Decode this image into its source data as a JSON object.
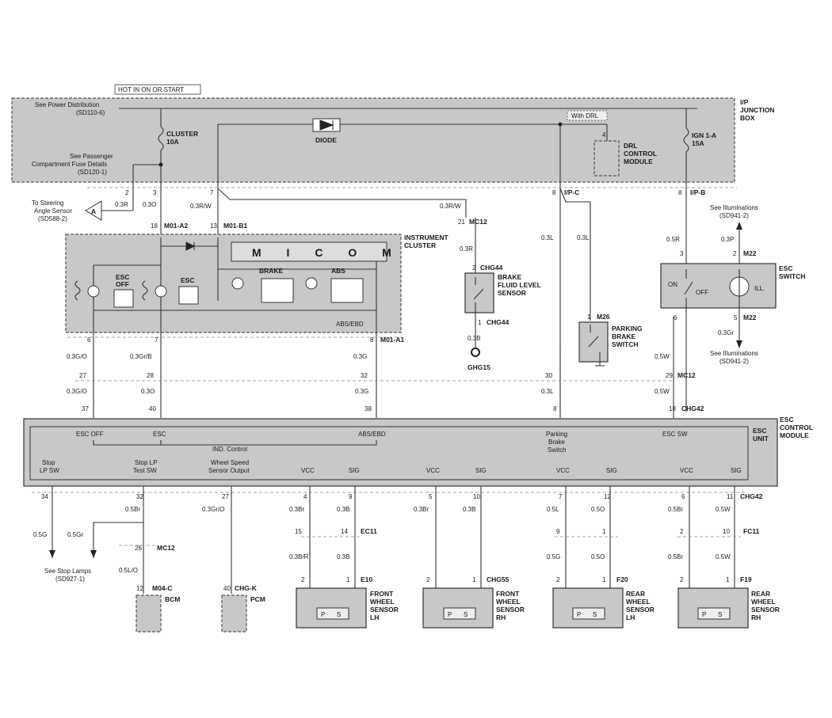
{
  "header": {
    "hot_label": "HOT IN ON OR START"
  },
  "junction_box": {
    "title": [
      "I/P",
      "JUNCTION",
      "BOX"
    ],
    "power_note": [
      "See Power Distribution",
      "(SD110-6)"
    ],
    "fuse_note": [
      "See Passenger",
      "Compartment Fuse Details",
      "(SD120-1)"
    ],
    "cluster_fuse": [
      "CLUSTER",
      "10A"
    ],
    "ign_fuse": [
      "IGN 1-A",
      "15A"
    ],
    "diode": "DIODE",
    "with_drl": "With DRL",
    "drl_module": [
      "DRL",
      "CONTROL",
      "MODULE"
    ],
    "drl_pin": "4",
    "pins": [
      "2",
      "3",
      "7",
      "8",
      "8"
    ],
    "ipc": "I/P-C",
    "ipb": "I/P-B"
  },
  "steering": {
    "note": [
      "To Steering",
      "Angle Sensor",
      "(SD588-2)"
    ],
    "ref": "A",
    "wire": "0.3R"
  },
  "cluster": {
    "title": [
      "INSTRUMENT",
      "CLUSTER"
    ],
    "micom": "M I C O M",
    "esc_off": [
      "ESC",
      "OFF"
    ],
    "esc": "ESC",
    "brake": "BRAKE",
    "abs": "ABS",
    "abs_ebd": "ABS/EBD",
    "m01a2": "M01-A2",
    "m01b1": "M01-B1",
    "m01a1": "M01-A1",
    "pin18": "18",
    "pin13": "13",
    "pin6": "6",
    "pin7": "7",
    "pin8": "8"
  },
  "wires_top": {
    "w03o": "0.3O",
    "w03rw": "0.3R/W",
    "w03rw2": "0.3R/W",
    "w03r": "0.3R",
    "w03l_a": "0.3L",
    "w03l_b": "0.3L",
    "w05r": "0.5R",
    "w03p": "0.3P"
  },
  "brake_fluid": {
    "title": [
      "BRAKE",
      "FLUID LEVEL",
      "SENSOR"
    ],
    "conn_top": "CHG44",
    "conn_bot": "CHG44",
    "pin2": "2",
    "pin1": "1",
    "mc12": "MC12",
    "pin21": "21",
    "wire_b": "0.3B",
    "ground": "GHG15"
  },
  "parking": {
    "title": [
      "PARKING",
      "BRAKE",
      "SWITCH"
    ],
    "conn": "M26",
    "pin": "1"
  },
  "esc_switch": {
    "title": [
      "ESC",
      "SWITCH"
    ],
    "on": "ON",
    "off": "OFF",
    "ill": "ILL.",
    "m22a": "M22",
    "m22b": "M22",
    "pin3": "3",
    "pin2": "2",
    "pin6": "6",
    "pin5": "5",
    "illum_top": [
      "See Illuminations",
      "(SD941-2)"
    ],
    "illum_bot": [
      "See Illuminations",
      "(SD941-2)"
    ],
    "w03gr": "0.3Gr"
  },
  "mid_wires": {
    "col1": [
      "0.3G/O",
      "0.3G/O"
    ],
    "col2": [
      "0.3Gr/B",
      "0.3O"
    ],
    "col3": [
      "0.3G",
      "0.3G"
    ],
    "col4": [
      "0.3L",
      "0.3L"
    ],
    "col5": [
      "0.5W",
      "0.5W"
    ],
    "pins_a": [
      "27",
      "28",
      "32",
      "30",
      "29"
    ],
    "pins_b": [
      "37",
      "40",
      "38",
      "8",
      "18"
    ],
    "mc12": "MC12",
    "chg42": "CHG42"
  },
  "esc_unit": {
    "title": [
      "ESC",
      "CONTROL",
      "MODULE"
    ],
    "unit_label": [
      "ESC",
      "UNIT"
    ],
    "top_labels": [
      "ESC OFF",
      "ESC",
      "ABS/EBD",
      "Parking",
      "Brake",
      "Switch",
      "ESC SW"
    ],
    "ind_control": "IND. Control",
    "bottom_labels": [
      [
        "Stop",
        "LP SW"
      ],
      [
        "Stop LP",
        "Test SW"
      ],
      [
        "Wheel Speed",
        "Sensor Output"
      ],
      "VCC",
      "SIG",
      "VCC",
      "SIG",
      "VCC",
      "SIG",
      "VCC",
      "SIG"
    ],
    "bottom_pins": [
      "34",
      "32",
      "27",
      "4",
      "9",
      "5",
      "10",
      "7",
      "12",
      "6",
      "11"
    ],
    "chg42": "CHG42"
  },
  "stop": {
    "w05g": "0.5G",
    "w05gr": "0.5Gr",
    "w05br": "0.5Br",
    "w05lo": "0.5L/O",
    "mc12": "MC12",
    "pin26": "26",
    "pin12": "12",
    "m04c": "M04-C",
    "bcm": "BCM",
    "note": [
      "See Stop Lamps",
      "(SD927-1)"
    ]
  },
  "pcm": {
    "wire": "0.3Gr/O",
    "pin": "40",
    "conn": "CHG-K",
    "label": "PCM"
  },
  "sensors": [
    {
      "w1": "0.3Br",
      "w2": "0.3B",
      "p1": "15",
      "p2": "14",
      "conn_mid": "EC11",
      "w3": "0.3B/R",
      "w4": "0.3B",
      "conn": "E10",
      "title": [
        "FRONT",
        "WHEEL",
        "SENSOR",
        "LH"
      ]
    },
    {
      "w1": "0.3Br",
      "w2": "0.3B",
      "p1": "",
      "p2": "",
      "conn_mid": "",
      "w3": "",
      "w4": "",
      "conn": "CHG55",
      "title": [
        "FRONT",
        "WHEEL",
        "SENSOR",
        "RH"
      ]
    },
    {
      "w1": "0.5L",
      "w2": "0.5O",
      "p1": "9",
      "p2": "1",
      "conn_mid": "",
      "w3": "0.5G",
      "w4": "0.5O",
      "conn": "F20",
      "title": [
        "REAR",
        "WHEEL",
        "SENSOR",
        "LH"
      ]
    },
    {
      "w1": "0.5Br",
      "w2": "0.5W",
      "p1": "2",
      "p2": "10",
      "conn_mid": "FC11",
      "w3": "0.5Br",
      "w4": "0.5W",
      "conn": "F19",
      "title": [
        "REAR",
        "WHEEL",
        "SENSOR",
        "RH"
      ]
    }
  ],
  "sensor_pins": [
    "2",
    "1"
  ],
  "ps": [
    "P",
    "S"
  ]
}
